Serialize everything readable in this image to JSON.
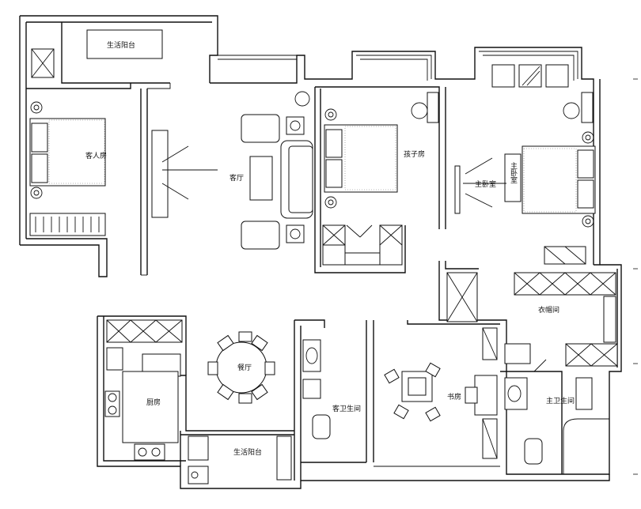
{
  "rooms": {
    "balcony_top": "生活阳台",
    "guest_bedroom": "客人房",
    "living": "客厅",
    "child_bedroom": "孩子房",
    "master_bedroom": "主卧室",
    "cloakroom": "衣帽间",
    "dining": "餐厅",
    "kitchen": "厨房",
    "laundry_balcony": "生活阳台",
    "guest_bath": "客卫生间",
    "study": "书房",
    "master_bath": "主卫生间",
    "master_bed_sign": "主卧室"
  }
}
